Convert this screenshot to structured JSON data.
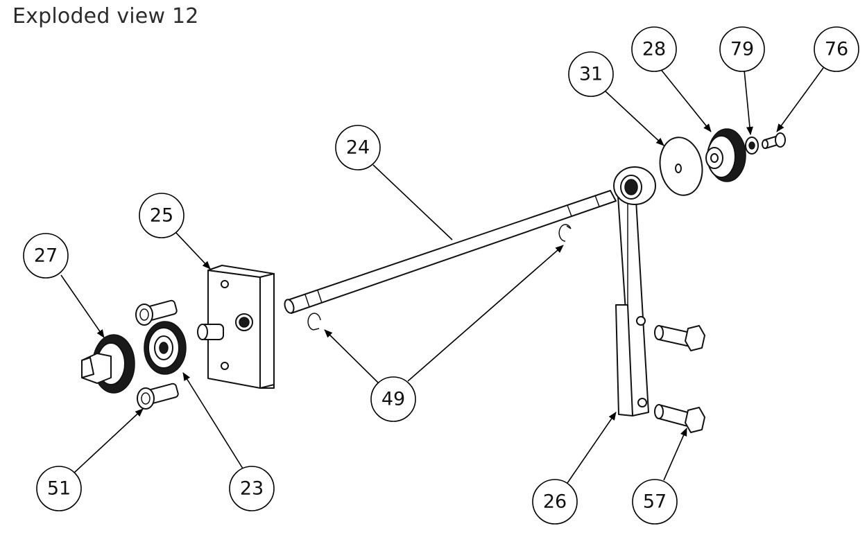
{
  "title": "Exploded view 12",
  "balloons": [
    {
      "label": "27"
    },
    {
      "label": "25"
    },
    {
      "label": "24"
    },
    {
      "label": "31"
    },
    {
      "label": "28"
    },
    {
      "label": "79"
    },
    {
      "label": "76"
    },
    {
      "label": "49"
    },
    {
      "label": "51"
    },
    {
      "label": "23"
    },
    {
      "label": "26"
    },
    {
      "label": "57"
    }
  ]
}
